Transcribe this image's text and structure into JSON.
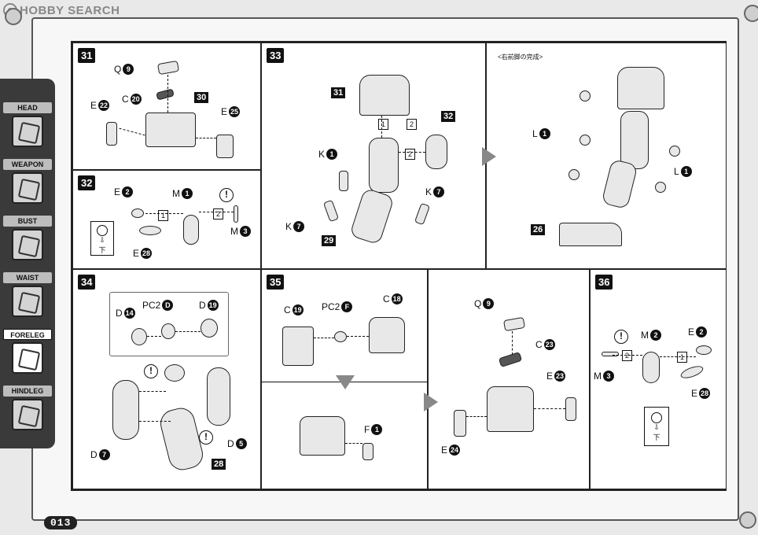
{
  "watermark": "HOBBY SEARCH",
  "page_number": "013",
  "sidebar": {
    "items": [
      {
        "label": "HEAD",
        "active": false,
        "icon": "head-icon"
      },
      {
        "label": "WEAPON",
        "active": false,
        "icon": "weapon-icon"
      },
      {
        "label": "BUST",
        "active": false,
        "icon": "bust-icon"
      },
      {
        "label": "WAIST",
        "active": false,
        "icon": "waist-icon"
      },
      {
        "label": "FORELEG",
        "active": true,
        "icon": "foreleg-icon"
      },
      {
        "label": "HINDLEG",
        "active": false,
        "icon": "hindleg-icon"
      }
    ]
  },
  "steps": {
    "s31": {
      "num": "31",
      "parts": [
        "Q",
        "9",
        "C",
        "20",
        "E",
        "22",
        "E",
        "25"
      ],
      "assembly": "30"
    },
    "s32": {
      "num": "32",
      "parts": [
        "E",
        "2",
        "M",
        "1",
        "M",
        "3",
        "E",
        "28"
      ],
      "seq1": "1",
      "seq2": "2",
      "caution": "!",
      "note_arrow": "⇩",
      "note_text": "下"
    },
    "s33": {
      "num": "33",
      "assembly_top": "31",
      "assembly_right": "32",
      "assembly_bottom": "29",
      "parts": [
        "K",
        "1",
        "K",
        "7",
        "K",
        "7"
      ],
      "seq1": "1",
      "seq2": "2",
      "seq3": "2"
    },
    "s33b": {
      "caption": "<右前脚の完成>",
      "parts": [
        "L",
        "1",
        "L",
        "1"
      ],
      "assembly": "26"
    },
    "s34": {
      "num": "34",
      "parts": [
        "D",
        "14",
        "PC2",
        "D",
        "D",
        "19",
        "D",
        "7",
        "D",
        "5"
      ],
      "assembly": "28",
      "caution": "!"
    },
    "s35": {
      "num": "35",
      "parts": [
        "C",
        "19",
        "PC2",
        "F",
        "C",
        "18",
        "F",
        "1"
      ]
    },
    "s35b": {
      "parts": [
        "Q",
        "9",
        "C",
        "23",
        "E",
        "23",
        "E",
        "24"
      ]
    },
    "s36": {
      "num": "36",
      "parts": [
        "M",
        "2",
        "E",
        "2",
        "M",
        "3",
        "E",
        "28"
      ],
      "seq1": "1",
      "seq2": "2",
      "caution": "!",
      "note_arrow": "⇩",
      "note_text": "下"
    }
  }
}
